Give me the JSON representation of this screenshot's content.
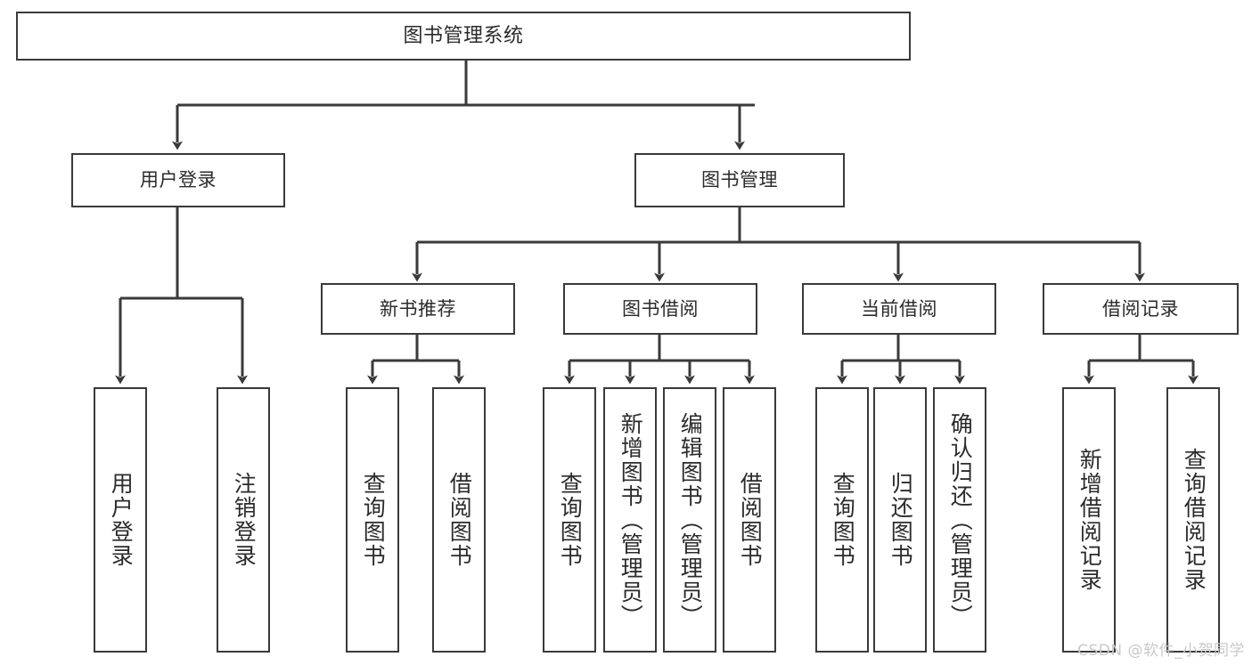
{
  "diagram": {
    "type": "hierarchy-tree",
    "title": "图书管理系统",
    "watermark": "CSDN @软件_小贺同学",
    "colors": {
      "stroke": "#3a3a3a",
      "background": "#ffffff",
      "text": "#2b2b2b",
      "watermark": "#c9c9c9"
    },
    "levels": [
      {
        "level": 1,
        "nodes": [
          {
            "id": "root",
            "label": "图书管理系统",
            "orientation": "horizontal"
          }
        ]
      },
      {
        "level": 2,
        "nodes": [
          {
            "id": "login",
            "label": "用户登录",
            "orientation": "horizontal",
            "parent": "root"
          },
          {
            "id": "bookmgmt",
            "label": "图书管理",
            "orientation": "horizontal",
            "parent": "root"
          }
        ]
      },
      {
        "level": 3,
        "nodes": [
          {
            "id": "newbook",
            "label": "新书推荐",
            "orientation": "horizontal",
            "parent": "bookmgmt"
          },
          {
            "id": "borrow",
            "label": "图书借阅",
            "orientation": "horizontal",
            "parent": "bookmgmt"
          },
          {
            "id": "current",
            "label": "当前借阅",
            "orientation": "horizontal",
            "parent": "bookmgmt"
          },
          {
            "id": "records",
            "label": "借阅记录",
            "orientation": "horizontal",
            "parent": "bookmgmt"
          }
        ]
      },
      {
        "level": 4,
        "nodes": [
          {
            "id": "leaf1",
            "label": "用户登录",
            "orientation": "vertical",
            "parent": "login"
          },
          {
            "id": "leaf2",
            "label": "注销登录",
            "orientation": "vertical",
            "parent": "login"
          },
          {
            "id": "leaf3",
            "label": "查询图书",
            "orientation": "vertical",
            "parent": "newbook"
          },
          {
            "id": "leaf4",
            "label": "借阅图书",
            "orientation": "vertical",
            "parent": "newbook"
          },
          {
            "id": "leaf5",
            "label": "查询图书",
            "orientation": "vertical",
            "parent": "borrow"
          },
          {
            "id": "leaf6",
            "label": "新增图书（管理员）",
            "orientation": "vertical",
            "parent": "borrow"
          },
          {
            "id": "leaf7",
            "label": "编辑图书（管理员）",
            "orientation": "vertical",
            "parent": "borrow"
          },
          {
            "id": "leaf8",
            "label": "借阅图书",
            "orientation": "vertical",
            "parent": "borrow"
          },
          {
            "id": "leaf9",
            "label": "查询图书",
            "orientation": "vertical",
            "parent": "current"
          },
          {
            "id": "leaf10",
            "label": "归还图书",
            "orientation": "vertical",
            "parent": "current"
          },
          {
            "id": "leaf11",
            "label": "确认归还（管理员）",
            "orientation": "vertical",
            "parent": "current"
          },
          {
            "id": "leaf12",
            "label": "新增借阅记录",
            "orientation": "vertical",
            "parent": "records"
          },
          {
            "id": "leaf13",
            "label": "查询借阅记录",
            "orientation": "vertical",
            "parent": "records"
          }
        ]
      }
    ]
  }
}
